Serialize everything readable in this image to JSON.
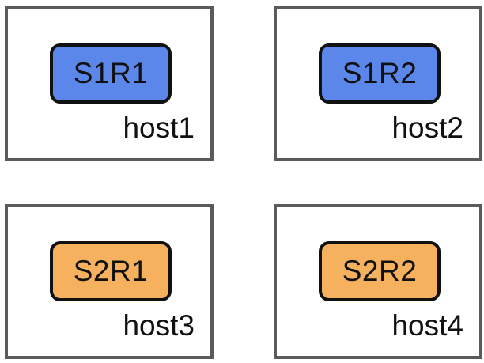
{
  "colors": {
    "shard1_fill": "#5b87eb",
    "shard2_fill": "#f6b15f",
    "host_border": "#5b5b5b",
    "replica_border": "#111111"
  },
  "hosts": [
    {
      "label": "host1",
      "replica": {
        "label": "S1R1",
        "color": "blue"
      }
    },
    {
      "label": "host2",
      "replica": {
        "label": "S1R2",
        "color": "blue"
      }
    },
    {
      "label": "host3",
      "replica": {
        "label": "S2R1",
        "color": "orange"
      }
    },
    {
      "label": "host4",
      "replica": {
        "label": "S2R2",
        "color": "orange"
      }
    }
  ]
}
